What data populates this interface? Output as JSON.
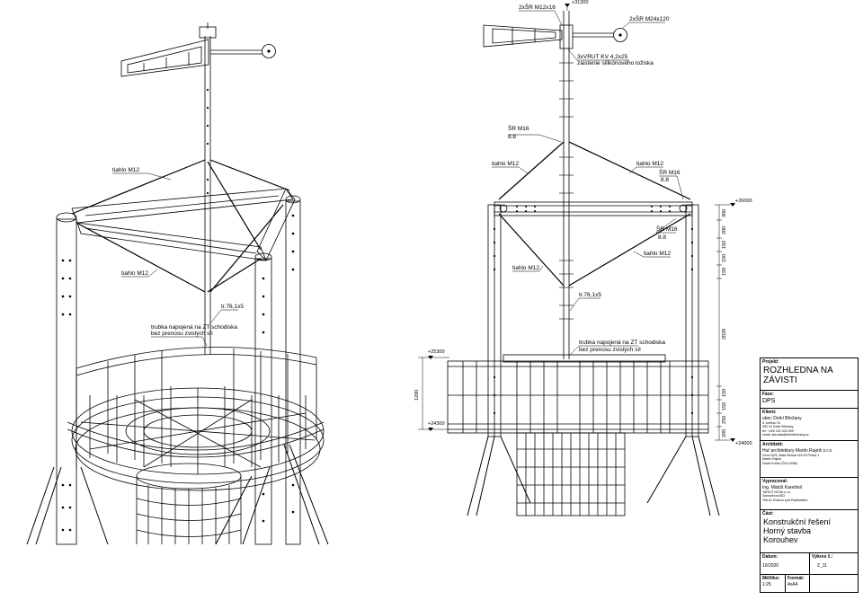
{
  "labels": {
    "left": {
      "tiahlo_top": "tiahlo M12",
      "tiahlo_bottom": "tiahlo M12",
      "tube": "tr.76,1x5",
      "note_line1": "trubka napojená na ZT schodiska",
      "note_line2": "bez prenosu zvislých síl"
    },
    "right": {
      "sr_top": "2xŠR M12x16",
      "sr_head": "2xŠR M24x120",
      "level_top": "+31300",
      "vrut_line1": "3xVRUT KV 4,2x25",
      "vrut_line2": "zaistenie silikónového ložiska",
      "sr_m16_a": "ŠR M16",
      "sr_88_a": "8.8",
      "tiahlo_tl": "tiahlo M12",
      "tiahlo_tr": "tiahlo M12",
      "sr_m16_b": "ŠR M16",
      "sr_88_b": "8.8",
      "sr_m16_c": "ŠR M16",
      "sr_88_c": "8.8",
      "tiahlo_br": "tiahlo M12",
      "tiahlo_bl": "tiahlo M12",
      "tube": "tr.76,1x5",
      "note_line1": "trubka napojená na ZT schodiska",
      "note_line2": "bez prenosu zvislých síl",
      "level_26000": "+26000",
      "level_25300": "+25300",
      "level_24300": "+24300",
      "level_24000": "+24000",
      "dim_1200": "1200",
      "dims": [
        "300",
        "200",
        "150",
        "150",
        "150",
        "2020",
        "150",
        "150",
        "250",
        "200"
      ]
    }
  },
  "title_block": {
    "projekt_label": "Projekt:",
    "projekt": [
      "ROZHLEDNA NA",
      "ZÁVISTI"
    ],
    "faze_label": "Fáze:",
    "faze": "DPS",
    "klient_label": "Klient:",
    "klient": "obec Dolní Břežany",
    "klient_addr": [
      "5. května 78",
      "252 41 Dolní Břežany",
      "tel: +420 241 932 609",
      "email: starosta@dolnibrezany.cz"
    ],
    "architekt_label": "Architekt:",
    "architekt": "Huť architektury Martin Rajniš s.r.o.",
    "architekt_addr": [
      "Ovoc 22/9, Malá Strana 118 00 Praha 1",
      "Martin Rajniš",
      "David Kubík (ČKA 4266)"
    ],
    "vypracoval_label": "Vypracoval:",
    "vypracoval": "Ing. Matúš Karešinií",
    "vypracoval_addr": [
      "TARCO NOVA s.r.o.",
      "Samuelova 803",
      "756 61 Rožnov pod Radhoštěm"
    ],
    "cast_label": "Část:",
    "cast": [
      "Konstrukční řešení",
      "Horný stavba",
      "Korouhev"
    ],
    "datum_label": "Datum:",
    "datum": "10/2020",
    "vykres_label": "Výkres č.:",
    "vykres": "Z_11",
    "meritko_label": "Měřítko:",
    "meritko": "1:25",
    "format_label": "Formát:",
    "format": "4xA4"
  }
}
